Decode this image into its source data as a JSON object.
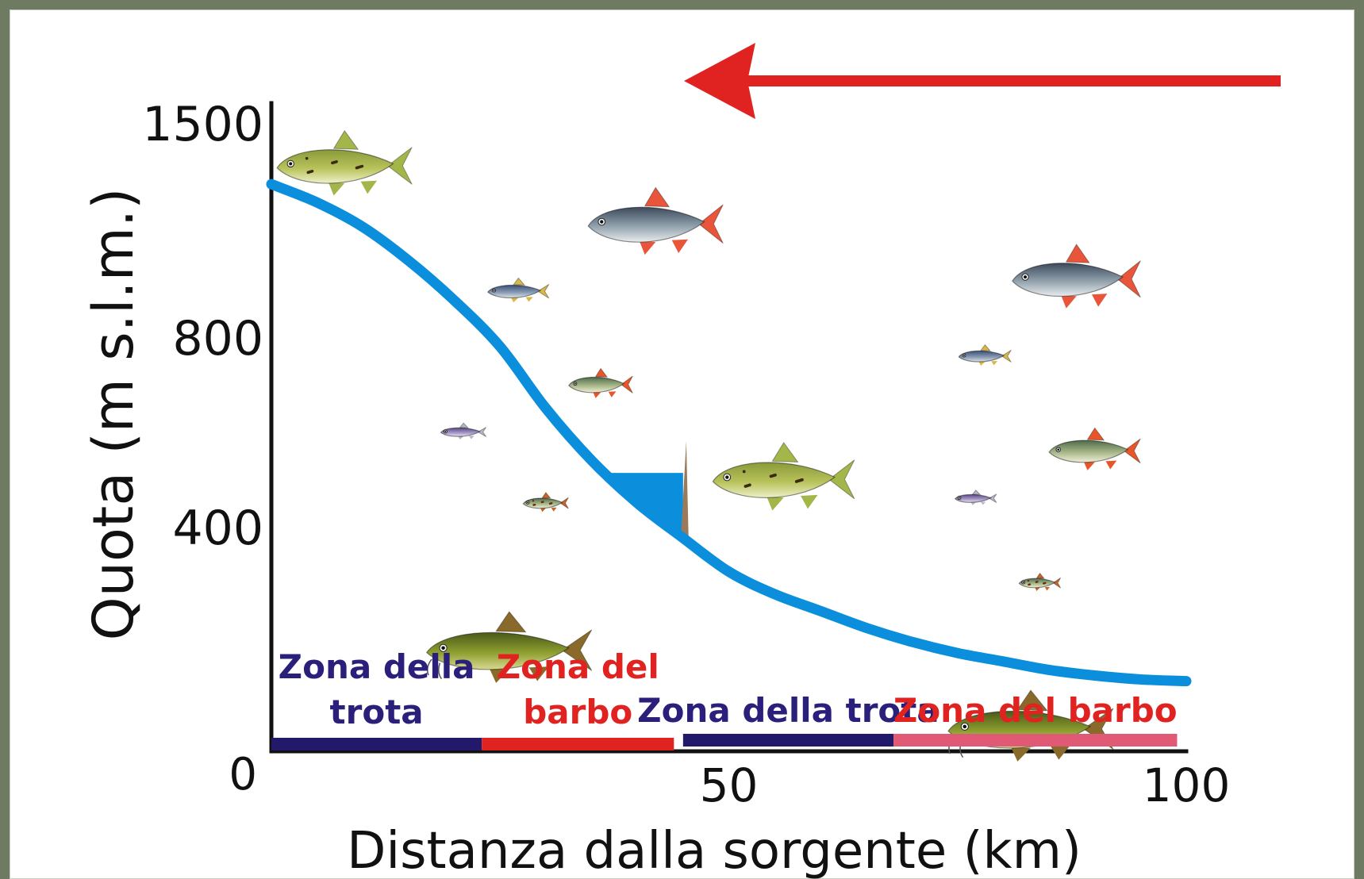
{
  "chart_data": {
    "type": "line",
    "xlabel": "Distanza dalla sorgente (km)",
    "ylabel": "Quota (m s.l.m.)",
    "xlim": [
      0,
      100
    ],
    "ylim": [
      0,
      1500
    ],
    "x_ticks": [
      {
        "value": 0,
        "label": "0"
      },
      {
        "value": 50,
        "label": "50"
      },
      {
        "value": 100,
        "label": "100"
      }
    ],
    "y_ticks": [
      {
        "value": 400,
        "label": "400"
      },
      {
        "value": 800,
        "label": "800"
      },
      {
        "value": 1500,
        "label": "1500"
      }
    ],
    "series": [
      {
        "color": "#0b8fdc",
        "x": [
          0,
          5,
          10,
          15,
          20,
          25,
          30,
          35,
          40,
          45,
          50,
          55,
          60,
          65,
          70,
          75,
          80,
          85,
          90,
          95,
          100
        ],
        "y": [
          1300,
          1240,
          1160,
          1050,
          920,
          780,
          650,
          540,
          450,
          380,
          320,
          280,
          250,
          220,
          195,
          175,
          160,
          145,
          135,
          128,
          125
        ]
      }
    ],
    "zones": [
      {
        "label_lines": [
          "Zona della",
          "trota"
        ],
        "x_start": 0,
        "x_end": 23,
        "color": "#22196b",
        "label_color": "#2a1f7a"
      },
      {
        "label_lines": [
          "Zona del",
          "barbo"
        ],
        "x_start": 23,
        "x_end": 44,
        "color": "#e02320",
        "label_color": "#e02320"
      },
      {
        "label_lines": [
          "Zona della trota"
        ],
        "x_start": 45,
        "x_end": 68,
        "color": "#22196b",
        "label_color": "#2a1f7a"
      },
      {
        "label_lines": [
          "Zona del barbo"
        ],
        "x_start": 68,
        "x_end": 99,
        "color": "#e05a76",
        "label_color": "#e02320"
      }
    ],
    "annotations": {
      "flow_arrow": {
        "color": "#e02320",
        "direction": "left"
      },
      "dam": {
        "x": 45,
        "fill": "#0b8fdc",
        "wall_color": "#9a7a5a"
      }
    },
    "fish": [
      {
        "kind": "trout",
        "x": 8,
        "y": 1360,
        "size": 1.0
      },
      {
        "kind": "roach",
        "x": 42,
        "y": 1170,
        "size": 1.0
      },
      {
        "kind": "minnow",
        "x": 27,
        "y": 950,
        "size": 0.7
      },
      {
        "kind": "rudd",
        "x": 36,
        "y": 700,
        "size": 0.7
      },
      {
        "kind": "bleak",
        "x": 21,
        "y": 600,
        "size": 0.6
      },
      {
        "kind": "sculpin",
        "x": 30,
        "y": 450,
        "size": 0.6
      },
      {
        "kind": "barbel",
        "x": 26,
        "y": 180,
        "size": 1.3
      },
      {
        "kind": "trout",
        "x": 56,
        "y": 500,
        "size": 1.05
      },
      {
        "kind": "roach",
        "x": 88,
        "y": 990,
        "size": 0.95
      },
      {
        "kind": "minnow",
        "x": 78,
        "y": 760,
        "size": 0.6
      },
      {
        "kind": "rudd",
        "x": 90,
        "y": 560,
        "size": 1.0
      },
      {
        "kind": "bleak",
        "x": 77,
        "y": 460,
        "size": 0.55
      },
      {
        "kind": "sculpin",
        "x": 84,
        "y": 300,
        "size": 0.55
      },
      {
        "kind": "barbel",
        "x": 83,
        "y": 40,
        "size": 1.3
      }
    ]
  }
}
